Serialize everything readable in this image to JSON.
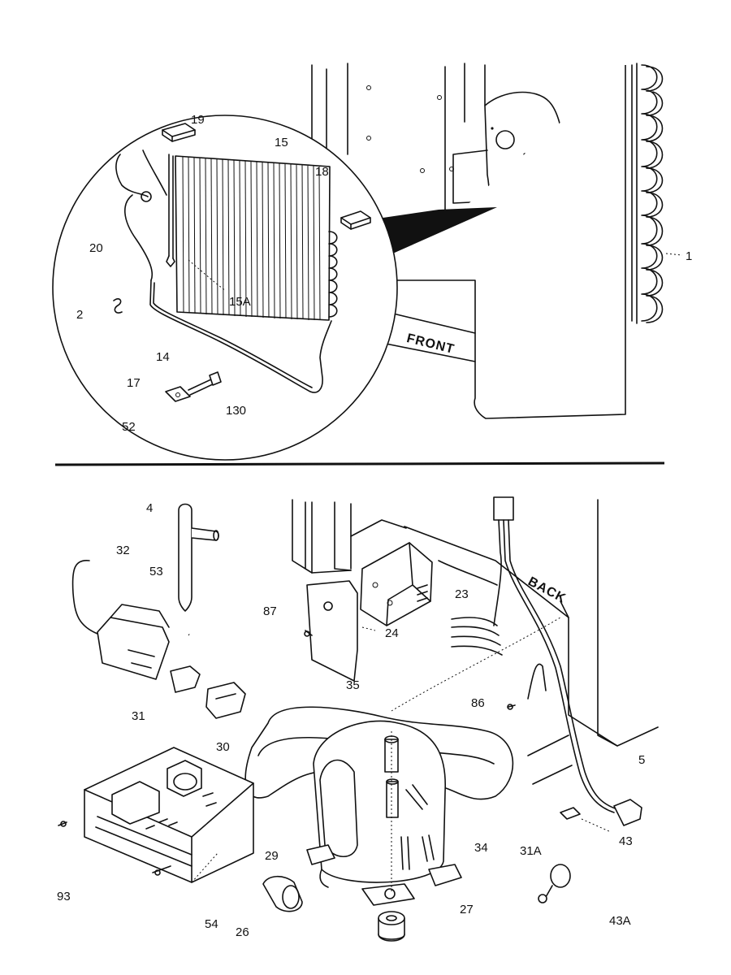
{
  "labels": {
    "top": [
      {
        "id": "19",
        "text": "19"
      },
      {
        "id": "15",
        "text": "15"
      },
      {
        "id": "18",
        "text": "18"
      },
      {
        "id": "20",
        "text": "20"
      },
      {
        "id": "1",
        "text": "1"
      },
      {
        "id": "15A",
        "text": "15A"
      },
      {
        "id": "2",
        "text": "2"
      },
      {
        "id": "14",
        "text": "14"
      },
      {
        "id": "17",
        "text": "17"
      },
      {
        "id": "130",
        "text": "130"
      },
      {
        "id": "52",
        "text": "52"
      }
    ],
    "bottom": [
      {
        "id": "4",
        "text": "4"
      },
      {
        "id": "32",
        "text": "32"
      },
      {
        "id": "53",
        "text": "53"
      },
      {
        "id": "87",
        "text": "87"
      },
      {
        "id": "23",
        "text": "23"
      },
      {
        "id": "24",
        "text": "24"
      },
      {
        "id": "35",
        "text": "35"
      },
      {
        "id": "31",
        "text": "31"
      },
      {
        "id": "86",
        "text": "86"
      },
      {
        "id": "30",
        "text": "30"
      },
      {
        "id": "5",
        "text": "5"
      },
      {
        "id": "43",
        "text": "43"
      },
      {
        "id": "29",
        "text": "29"
      },
      {
        "id": "34",
        "text": "34"
      },
      {
        "id": "31A",
        "text": "31A"
      },
      {
        "id": "93",
        "text": "93"
      },
      {
        "id": "27",
        "text": "27"
      },
      {
        "id": "54",
        "text": "54"
      },
      {
        "id": "26",
        "text": "26"
      },
      {
        "id": "43A",
        "text": "43A"
      }
    ]
  },
  "cabinet_tags": {
    "front": "FRONT",
    "back": "BACK"
  }
}
